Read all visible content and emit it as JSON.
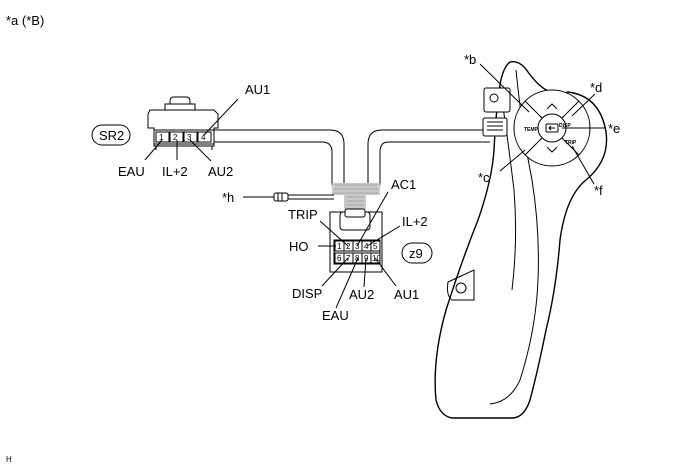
{
  "labels": {
    "view": "*a (*B)",
    "corner": "H",
    "callout_b": "*b",
    "callout_c": "*c",
    "callout_d": "*d",
    "callout_e": "*e",
    "callout_f": "*f",
    "callout_h": "*h"
  },
  "connector_sr2": {
    "id": "SR2",
    "pin_numbers": [
      "1",
      "2",
      "3",
      "4"
    ],
    "pins": {
      "AU1": "AU1",
      "EAU": "EAU",
      "IL2": "IL+2",
      "AU2": "AU2"
    }
  },
  "connector_z9": {
    "id": "z9",
    "pin_numbers_top": [
      "1",
      "2",
      "3",
      "4",
      "5"
    ],
    "pin_numbers_bottom": [
      "6",
      "7",
      "8",
      "9",
      "10"
    ],
    "pins": {
      "AC1": "AC1",
      "TRIP": "TRIP",
      "IL2": "IL+2",
      "HO": "HO",
      "DISP": "DISP",
      "AU2": "AU2",
      "AU1": "AU1",
      "EAU": "EAU"
    }
  },
  "switch_buttons": {
    "temp": "TEMP",
    "disp": "DISP",
    "trip": "TRIP"
  }
}
